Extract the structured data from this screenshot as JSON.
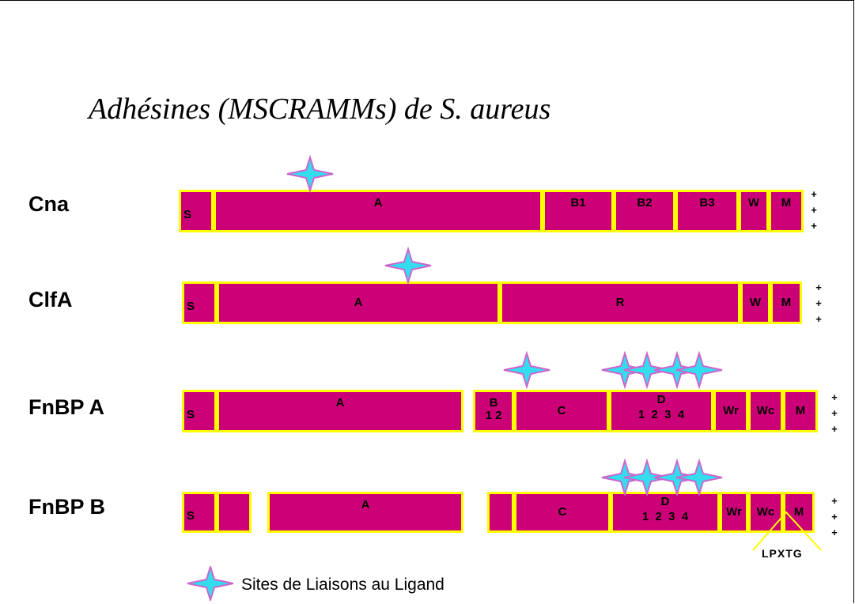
{
  "title": "Adhésines (MSCRAMMs) de S. aureus",
  "colors": {
    "segment_fill": "#cc0077",
    "segment_border": "#ffff00",
    "star_fill": "#33ddee",
    "star_outline": "#cc66cc"
  },
  "rows": [
    {
      "label": "Cna",
      "plus": [
        "+",
        "+",
        "+"
      ],
      "segments": [
        {
          "text": "S"
        },
        {
          "text": "A"
        },
        {
          "text": "B1"
        },
        {
          "text": "B2"
        },
        {
          "text": "B3"
        },
        {
          "text": "W"
        },
        {
          "text": "M"
        }
      ]
    },
    {
      "label": "ClfA",
      "plus": [
        "+",
        "+",
        "+"
      ],
      "segments": [
        {
          "text": "S"
        },
        {
          "text": "A"
        },
        {
          "text": "R"
        },
        {
          "text": "W"
        },
        {
          "text": "M"
        }
      ]
    },
    {
      "label": "FnBP A",
      "plus": [
        "+",
        "+",
        "+"
      ],
      "segments": [
        {
          "text": "S"
        },
        {
          "text": "A"
        },
        {
          "text": "B",
          "sub": "1 2"
        },
        {
          "text": "C"
        },
        {
          "text": "D",
          "sub": "1  2  3  4"
        },
        {
          "text": "Wr"
        },
        {
          "text": "Wc"
        },
        {
          "text": "M"
        }
      ]
    },
    {
      "label": "FnBP B",
      "plus": [
        "+",
        "+",
        "+"
      ],
      "segments": [
        {
          "text": "S"
        },
        {
          "text": ""
        },
        {
          "text": "A"
        },
        {
          "text": ""
        },
        {
          "text": "C"
        },
        {
          "text": "D",
          "sub": "1  2  3  4"
        },
        {
          "text": "Wr"
        },
        {
          "text": "Wc"
        },
        {
          "text": "M"
        }
      ]
    }
  ],
  "legend": {
    "text": "Sites de Liaisons au Ligand",
    "icon": "ligand-binding-site-icon"
  },
  "motif": {
    "text": "LPXTG"
  }
}
